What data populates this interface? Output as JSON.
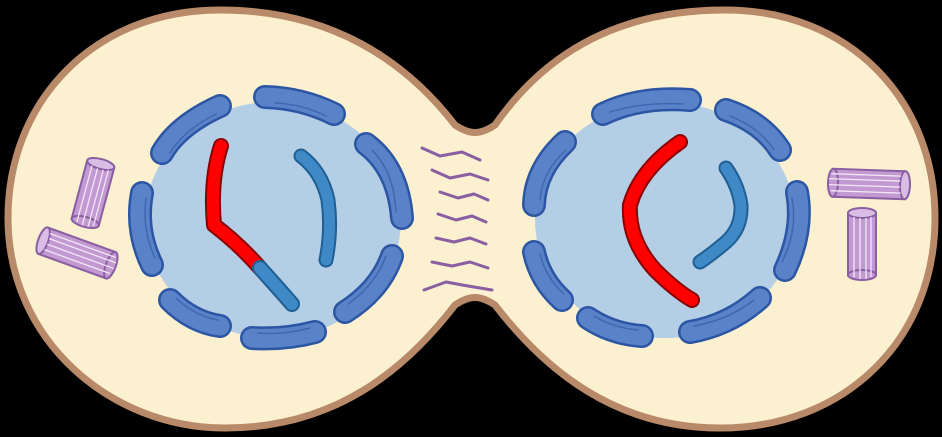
{
  "diagram": {
    "title": "",
    "labels": []
  },
  "colors": {
    "background": "#000000",
    "cell_membrane": "#b98a69",
    "cytoplasm": "#fbf0cf",
    "nucleus": "#b3cee5",
    "envelope_fill": "#5a82c8",
    "envelope_stroke": "#2c56a4",
    "chromosome_red": "#ff0000",
    "chromosome_blue": "#3f8ac6",
    "centriole_fill": "#c29ad1",
    "centriole_stroke": "#8a5ea2",
    "spindle": "#8a5ea2"
  },
  "structures": {
    "left_cell": "daughter-cell",
    "right_cell": "daughter-cell",
    "left_nucleus": "nucleus",
    "right_nucleus": "nucleus",
    "centrioles": "centriole",
    "midbody": "spindle-fibers"
  }
}
